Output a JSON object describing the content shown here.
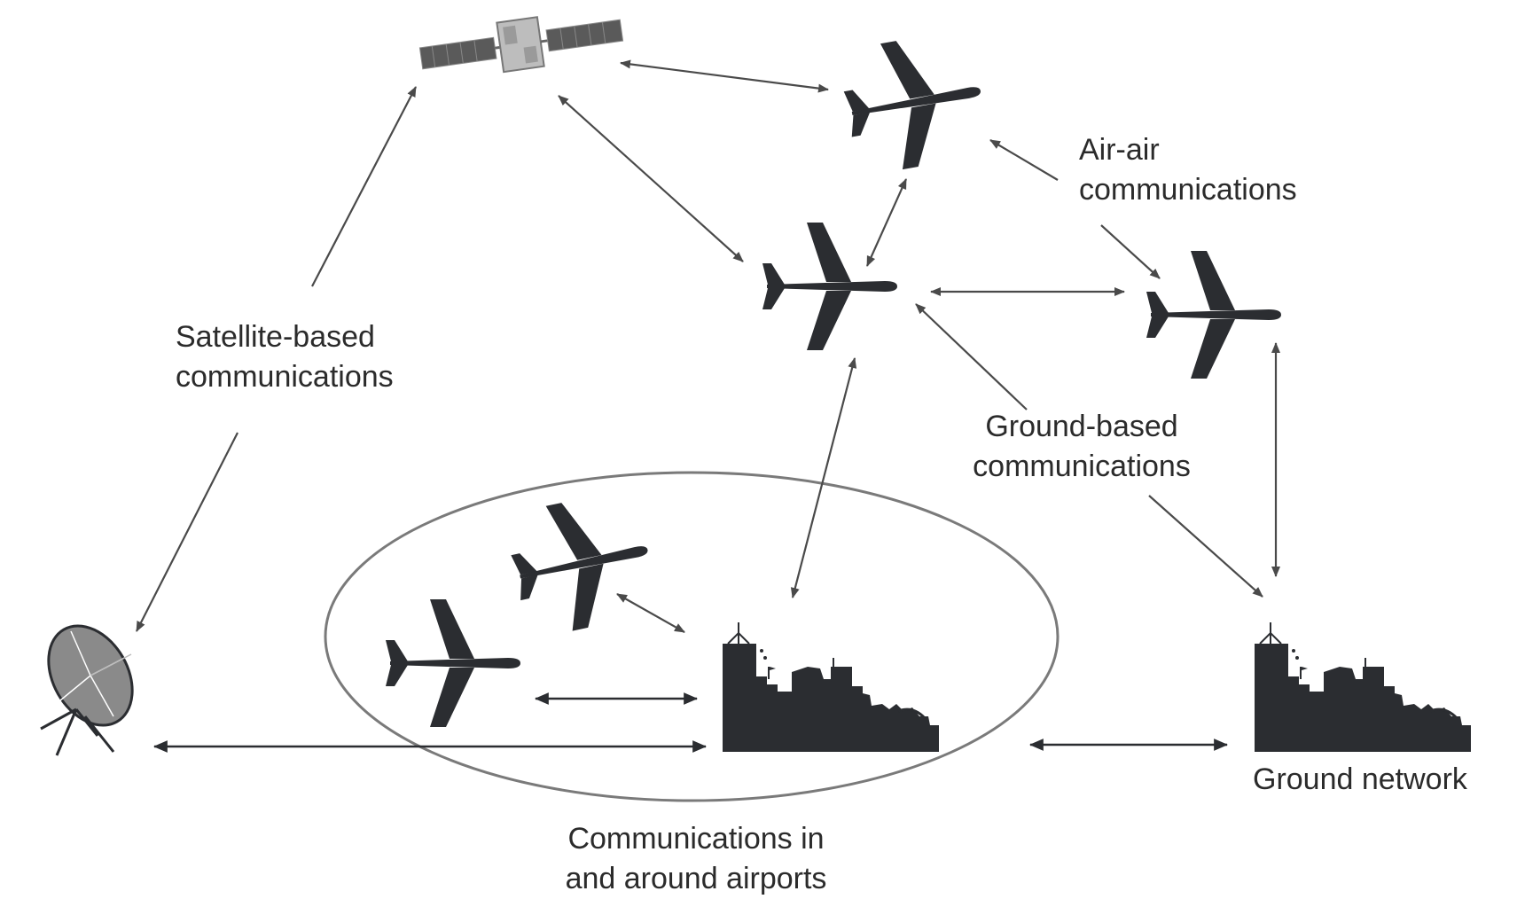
{
  "labels": {
    "satellite": [
      "Satellite-based",
      "communications"
    ],
    "air_air": [
      "Air-air",
      "communications"
    ],
    "ground_based": [
      "Ground-based",
      "communications"
    ],
    "airports": [
      "Communications in",
      "and around airports"
    ],
    "ground_network": "Ground network"
  },
  "colors": {
    "ink": "#2b2d31",
    "arrow": "#4a4a4a",
    "ellipse": "#7a7a7a",
    "dish": "#8a8a8a",
    "satellite_panel": "#5a5a5a",
    "satellite_body": "#bdbdbd"
  }
}
